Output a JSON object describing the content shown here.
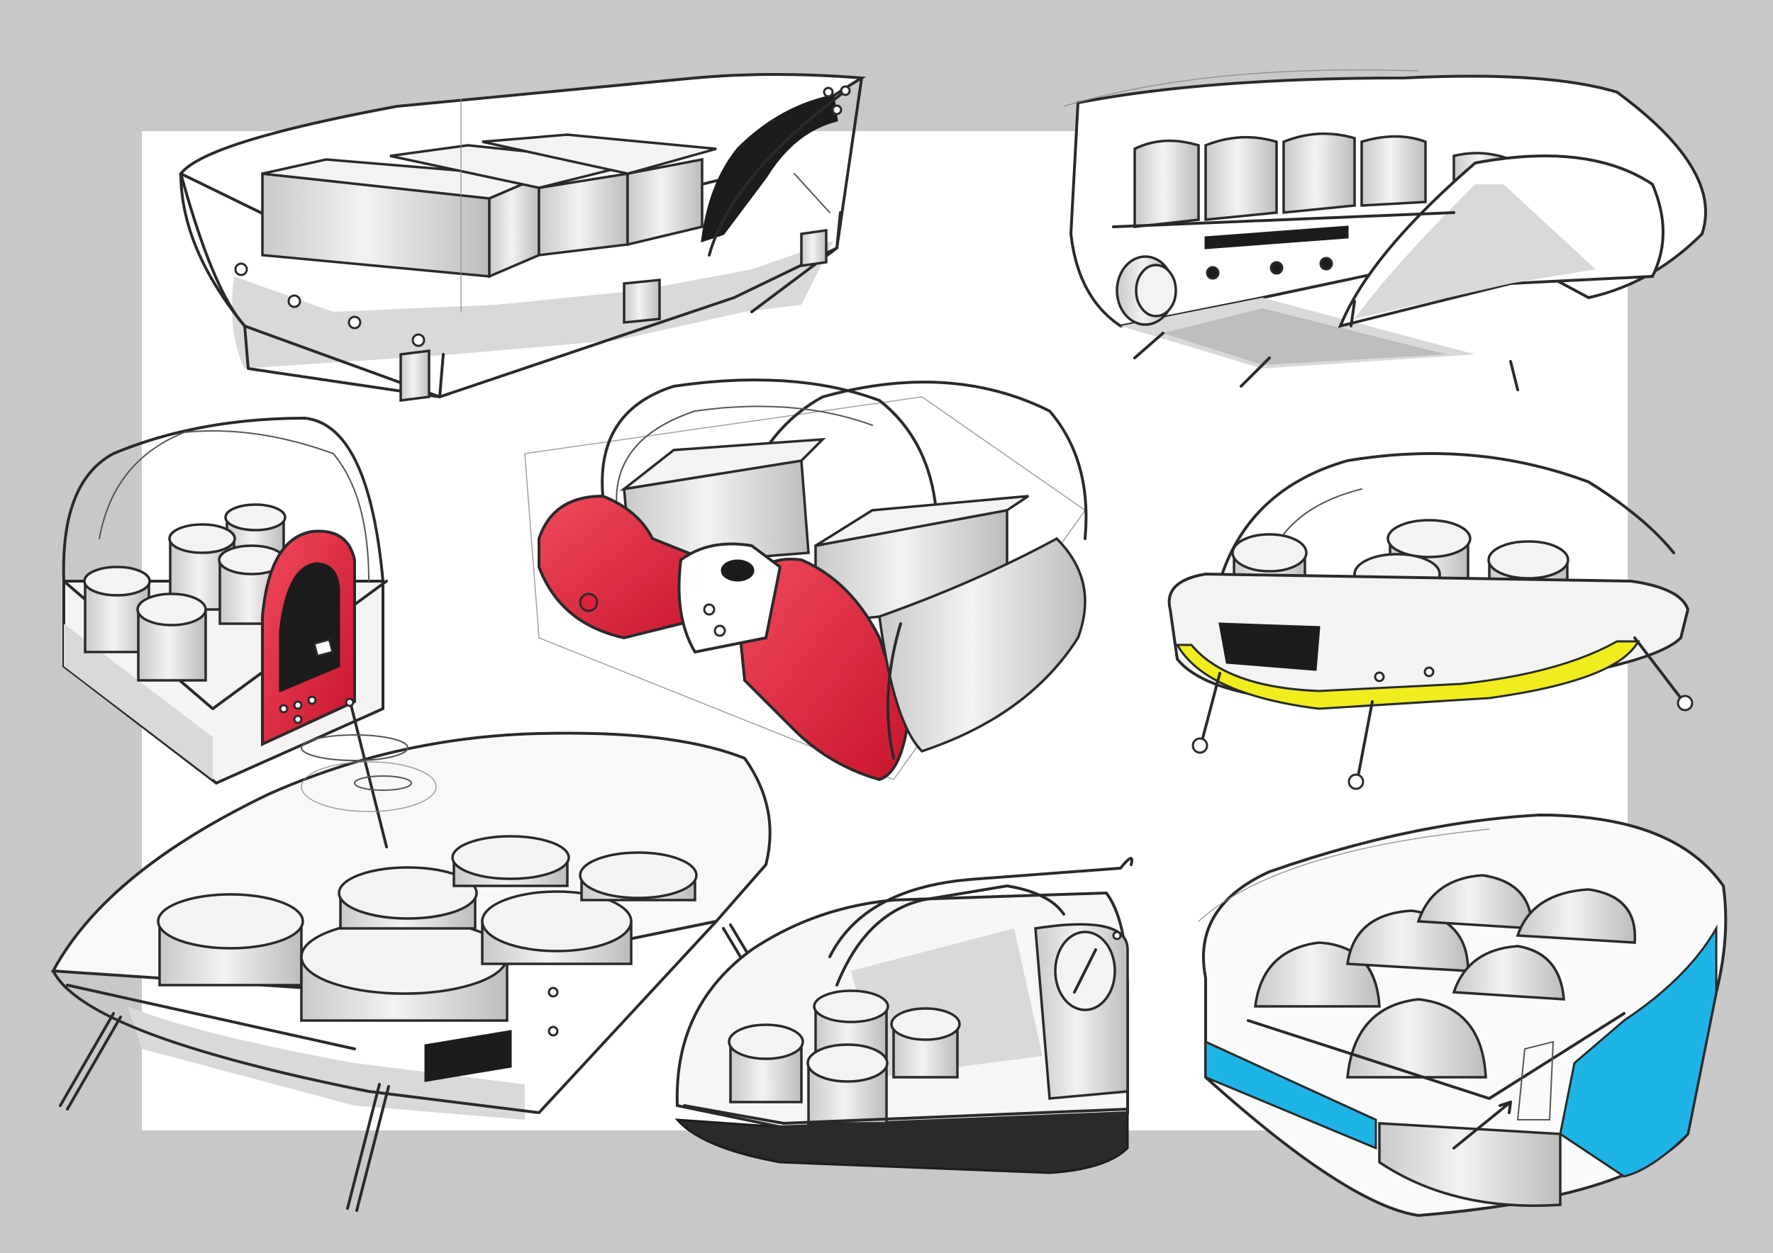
{
  "colors": {
    "background": "#c8c8c8",
    "paper": "#ffffff",
    "ink": "#2a2a2a",
    "marker_grey": "#bdbdbd",
    "accent_red": "#e0203a",
    "accent_yellow": "#f0ec1e",
    "accent_blue": "#1fb4e6",
    "accent_black": "#1c1c1c"
  },
  "sketches": [
    {
      "id": "boat-tray",
      "accent": "black",
      "compartments": 3
    },
    {
      "id": "wing-cabinet",
      "accent": "grey",
      "compartments": 4
    },
    {
      "id": "dome-cup-holder",
      "accent": "red",
      "compartments": 5
    },
    {
      "id": "arched-twin-bin",
      "accent": "red",
      "compartments": 2
    },
    {
      "id": "legged-pod",
      "accent": "yellow",
      "compartments": 5
    },
    {
      "id": "oval-table",
      "accent": "black",
      "compartments": 5
    },
    {
      "id": "dial-station",
      "accent": "black",
      "compartments": 4
    },
    {
      "id": "bubble-egg-tray",
      "accent": "blue",
      "compartments": 5
    }
  ]
}
